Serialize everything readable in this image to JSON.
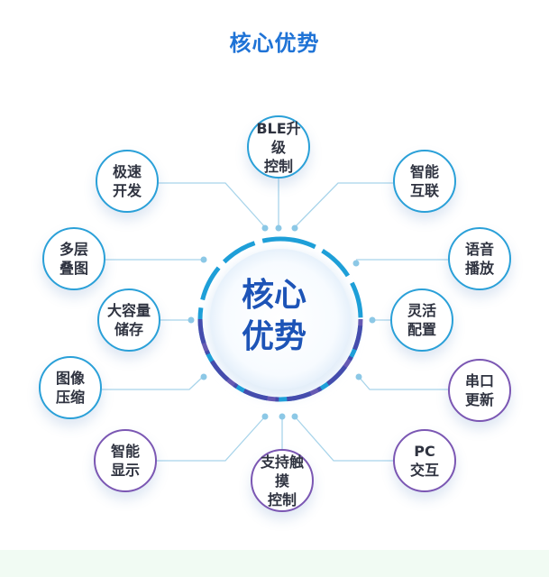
{
  "title": "核心优势",
  "center": {
    "label": "核心\n优势"
  },
  "nodes": [
    {
      "label": "BLE升级\n控制",
      "color": "blue"
    },
    {
      "label": "极速\n开发",
      "color": "blue"
    },
    {
      "label": "智能\n互联",
      "color": "blue"
    },
    {
      "label": "多层\n叠图",
      "color": "blue"
    },
    {
      "label": "语音\n播放",
      "color": "blue"
    },
    {
      "label": "大容量\n储存",
      "color": "blue"
    },
    {
      "label": "灵活\n配置",
      "color": "blue"
    },
    {
      "label": "图像\n压缩",
      "color": "blue"
    },
    {
      "label": "串口\n更新",
      "color": "purple"
    },
    {
      "label": "智能\n显示",
      "color": "purple"
    },
    {
      "label": "PC\n交互",
      "color": "purple"
    },
    {
      "label": "支持触摸\n控制",
      "color": "purple"
    }
  ],
  "colors": {
    "title": "#1f73d6",
    "blue_ring": "#2aa0d8",
    "purple_ring": "#7b57b3",
    "center_text": "#1d54b7",
    "connector": "#a8d4ea"
  }
}
